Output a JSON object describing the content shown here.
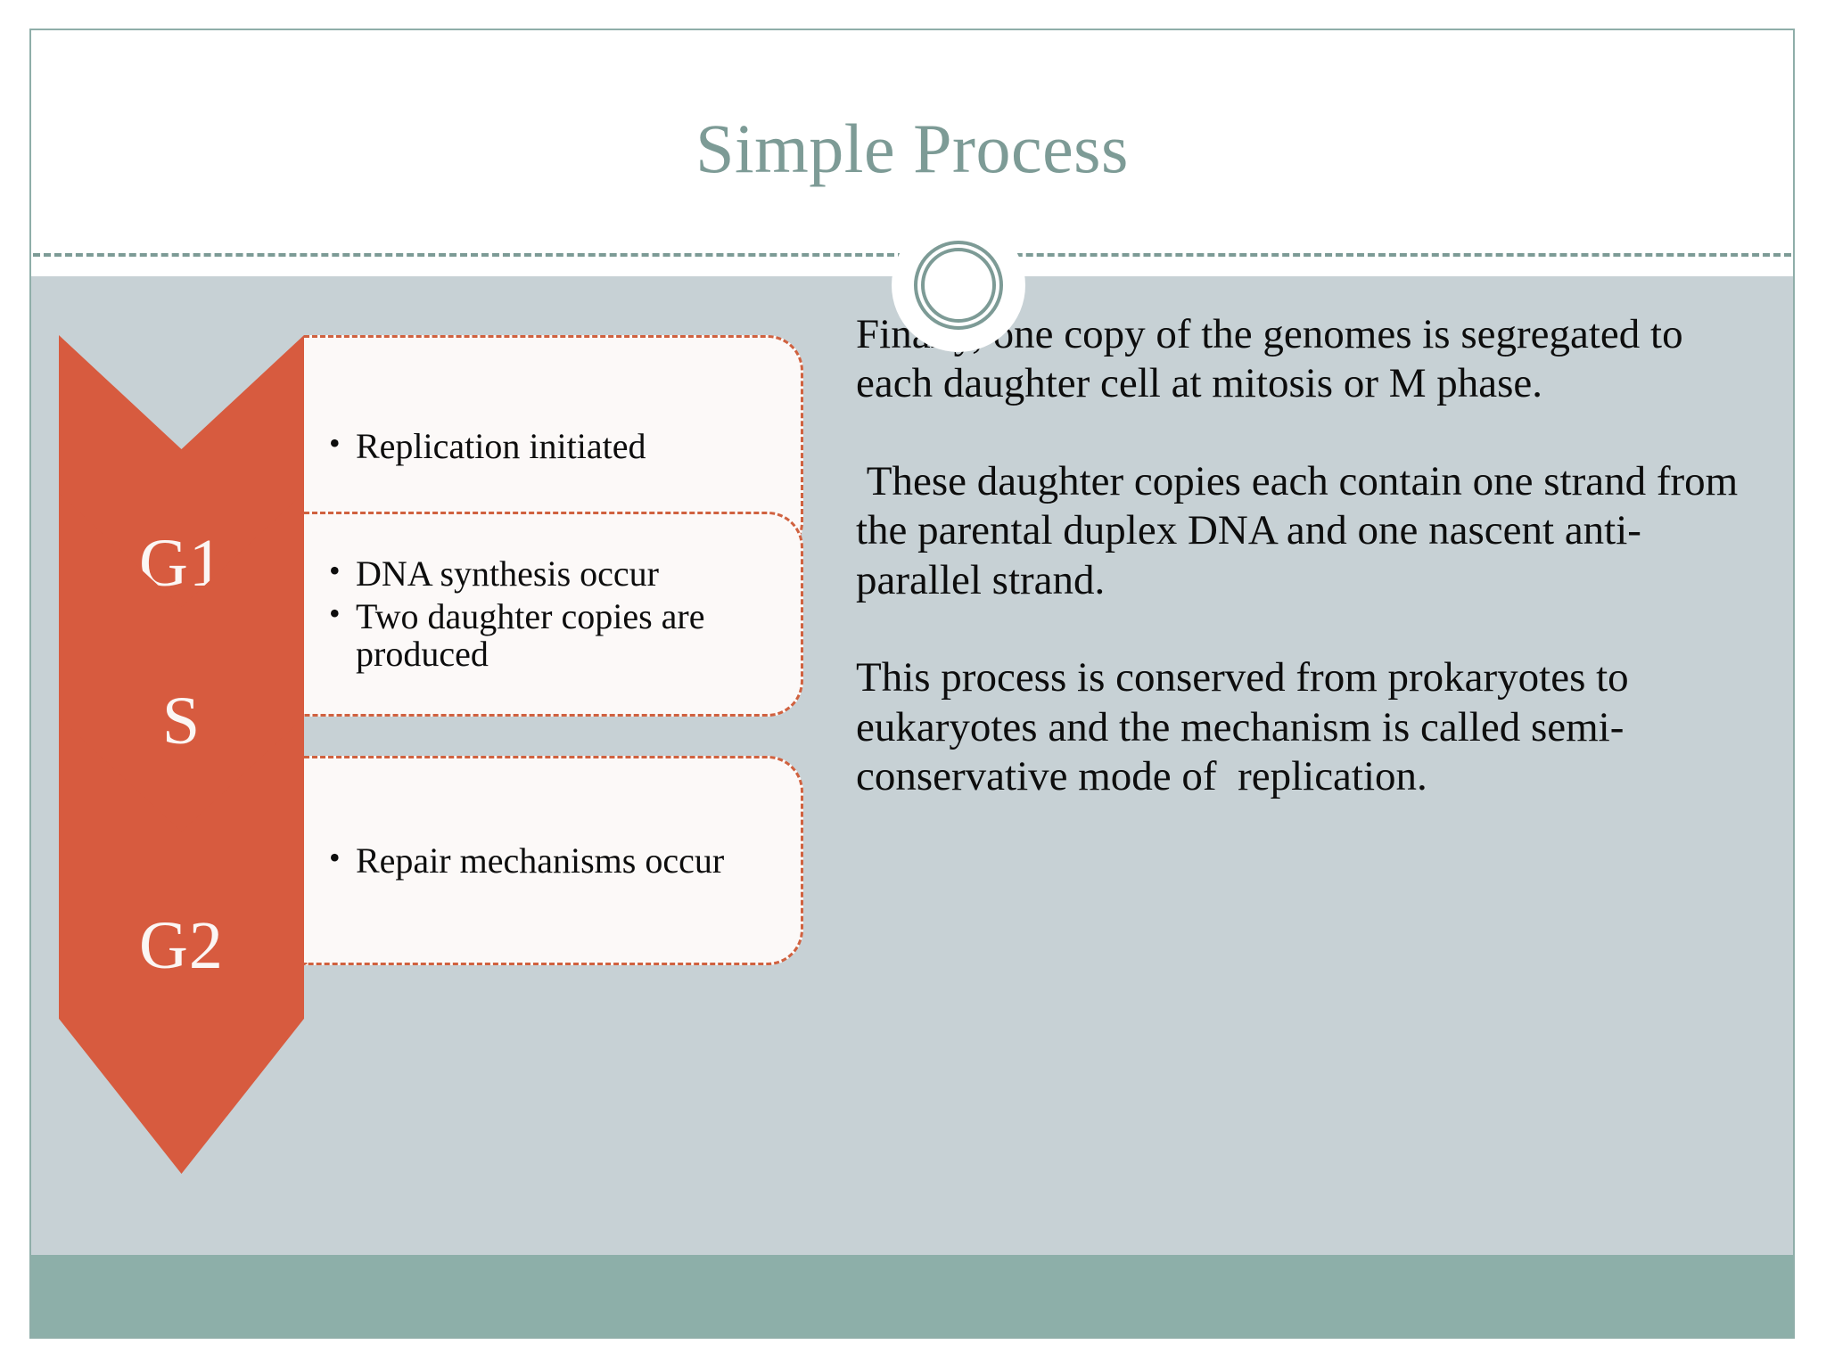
{
  "slide": {
    "title": "Simple Process",
    "ornament": "double-ring-circle",
    "colors": {
      "title": "#7D9B96",
      "body_background": "#C7D1D5",
      "footer_bar": "#8DAFA9",
      "chevron": "#D75B3F",
      "callout_fill": "#FCF9F8",
      "callout_border": "#D0613F",
      "frame_border": "#8FAEA9",
      "body_text": "#0D0D0D"
    }
  },
  "process": {
    "stages": [
      {
        "label": "G1",
        "bullets": [
          "Replication initiated"
        ]
      },
      {
        "label": "S",
        "bullets": [
          "DNA synthesis occur",
          "Two daughter copies are produced"
        ]
      },
      {
        "label": "G2",
        "bullets": [
          "Repair mechanisms occur"
        ]
      }
    ]
  },
  "narrative": {
    "paragraphs": [
      "Finally, one copy of the genomes is segregated to each daughter cell at mitosis or M phase.",
      " These daughter copies each contain one strand from the parental duplex DNA and one nascent anti-parallel strand.",
      "This process is conserved from prokaryotes to eukaryotes and the mechanism is called semi-conservative mode of  replication."
    ]
  }
}
